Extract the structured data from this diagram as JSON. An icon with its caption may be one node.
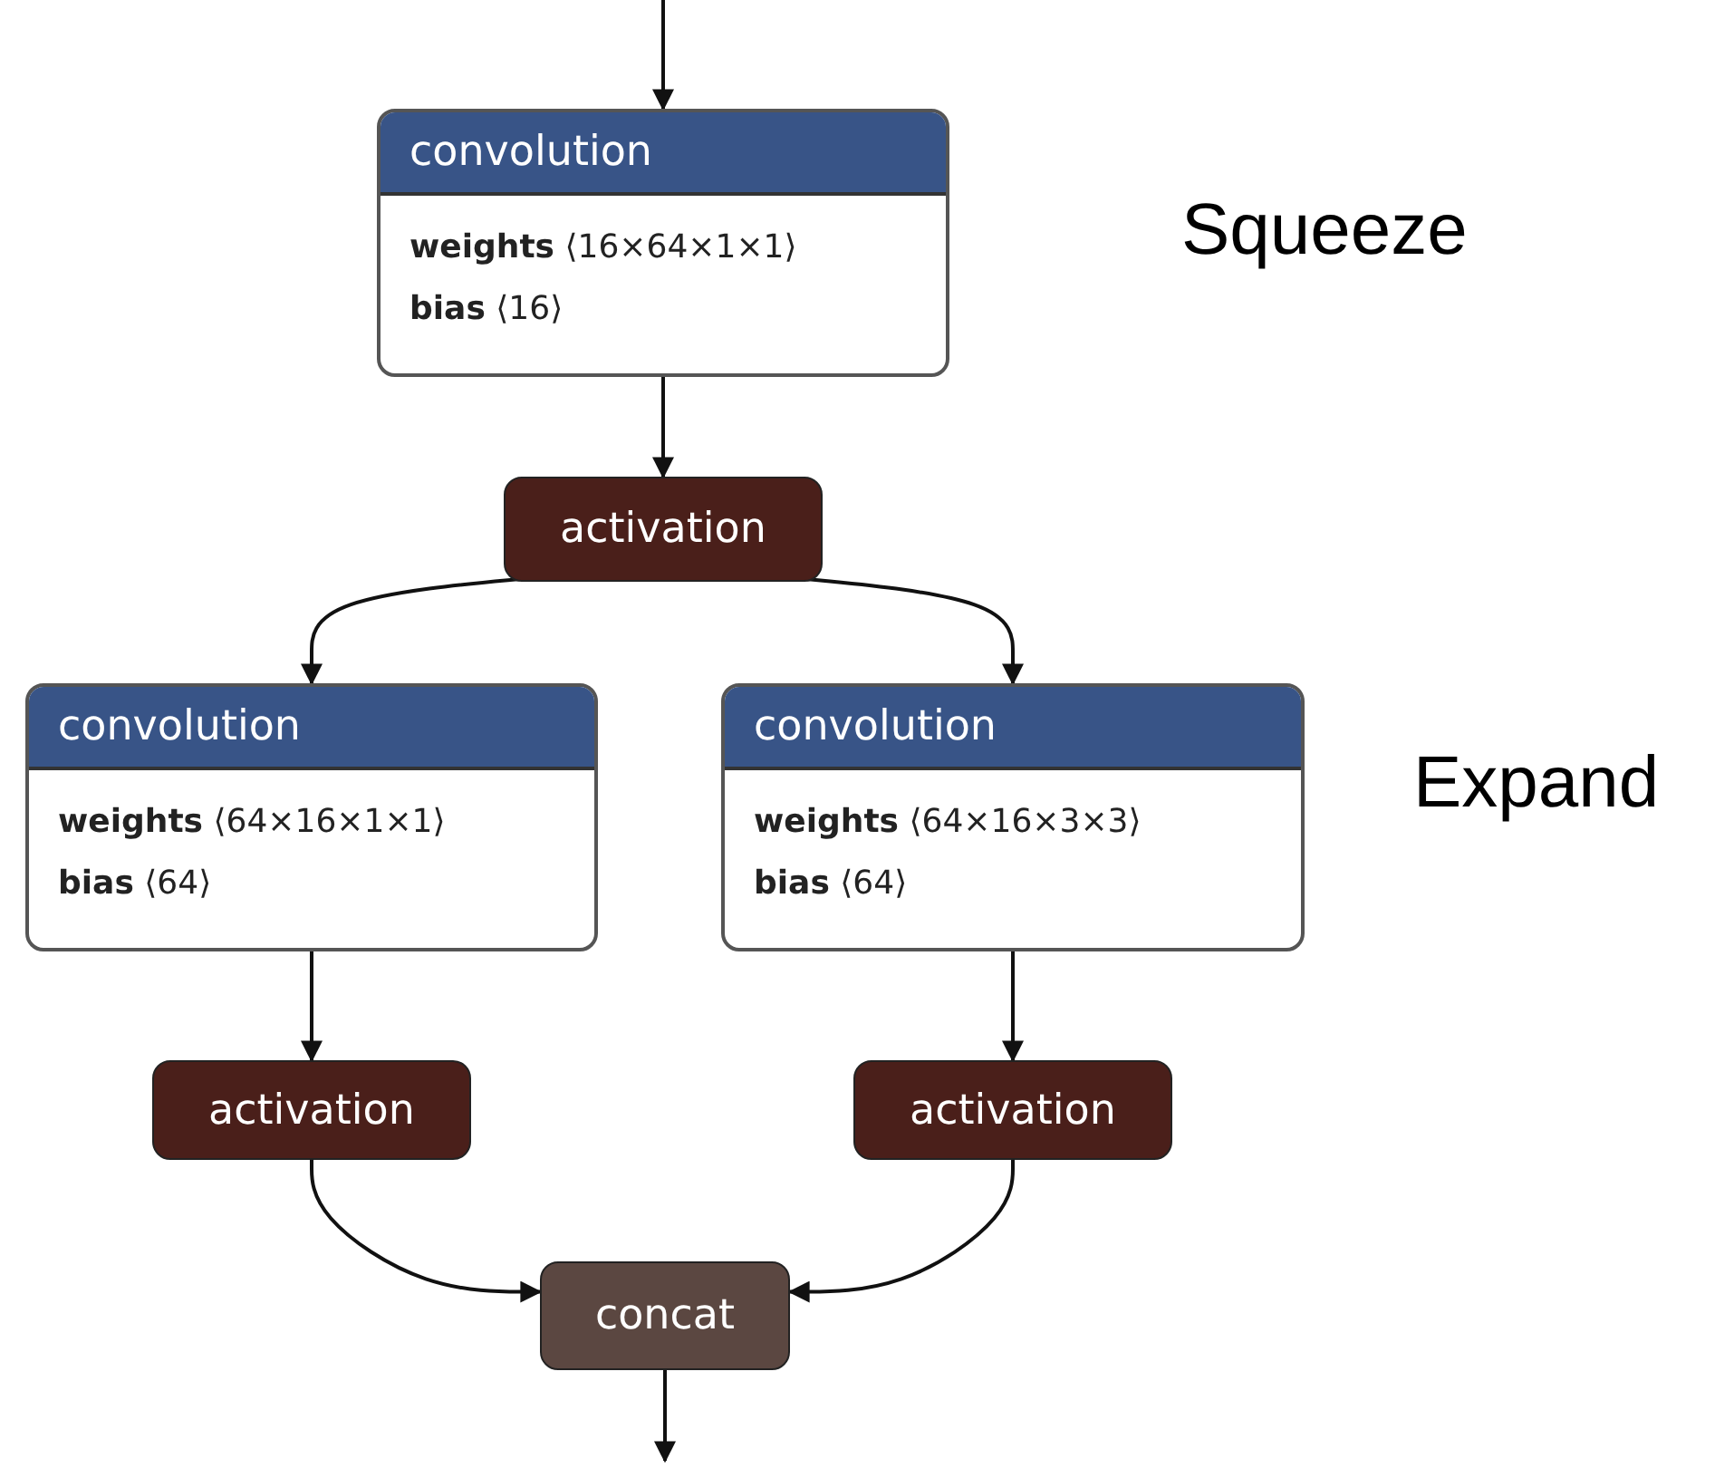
{
  "diagram": {
    "nodes": [
      {
        "text": [
          "convolution",
          "**weights** ⟨16×64×1×1⟩",
          "**bias** ⟨16⟩"
        ]
      },
      {
        "text": [
          "activation"
        ]
      },
      {
        "text": [
          "convolution",
          "**weights** ⟨64×16×1×1⟩",
          "**bias** ⟨64⟩"
        ]
      },
      {
        "text": [
          "convolution",
          "**weights** ⟨64×16×3×3⟩",
          "**bias** ⟨64⟩"
        ]
      },
      {
        "text": [
          "activation"
        ]
      },
      {
        "text": [
          "activation"
        ]
      },
      {
        "text": [
          "concat"
        ]
      }
    ],
    "edges": [
      {
        "from": null,
        "to": 0,
        "arrow": "to"
      },
      {
        "from": 0,
        "to": 1,
        "arrow": "to"
      },
      {
        "from": 1,
        "to": 2,
        "arrow": "to"
      },
      {
        "from": 1,
        "to": 3,
        "arrow": "to"
      },
      {
        "from": 2,
        "to": 4,
        "arrow": "to"
      },
      {
        "from": 3,
        "to": 5,
        "arrow": "to"
      },
      {
        "from": 4,
        "to": 6,
        "arrow": "to"
      },
      {
        "from": 5,
        "to": 6,
        "arrow": "to"
      },
      {
        "from": 6,
        "to": null,
        "arrow": "to"
      }
    ],
    "labels": [
      "Squeeze",
      "Expand"
    ]
  }
}
